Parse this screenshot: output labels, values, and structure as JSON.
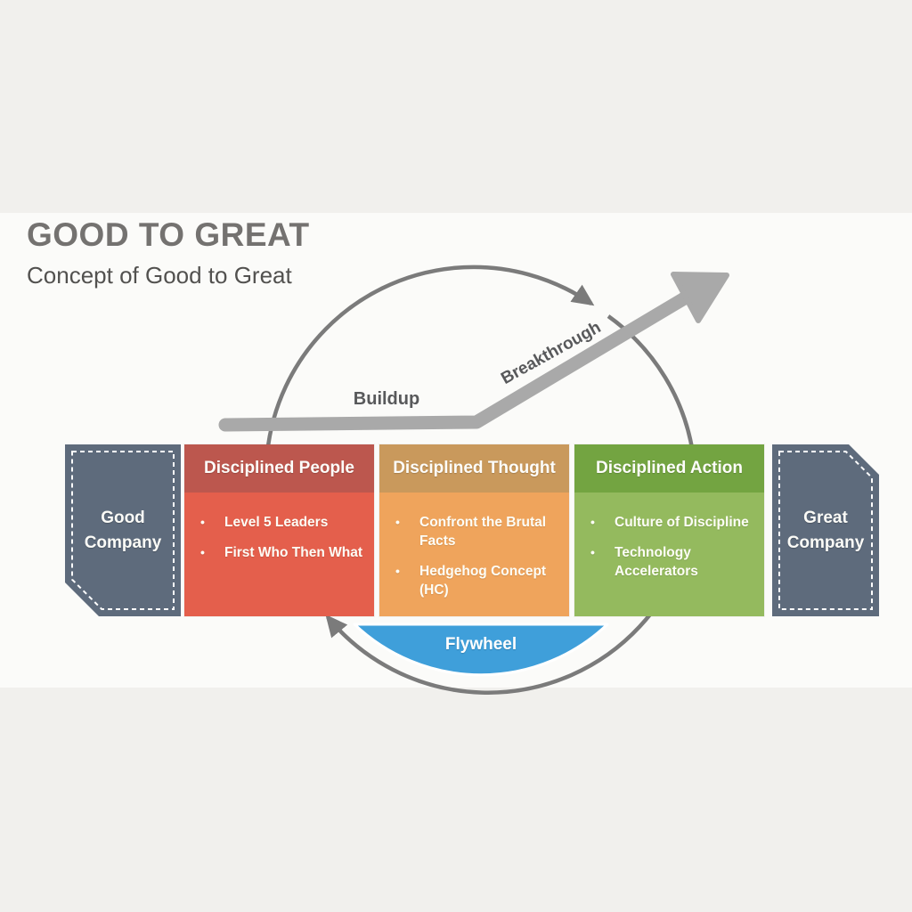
{
  "slide": {
    "title": "GOOD TO GREAT",
    "subtitle": "Concept of Good to Great"
  },
  "diagram": {
    "buildup_label": "Buildup",
    "breakthrough_label": "Breakthrough",
    "flywheel_label": "Flywheel",
    "good_company_label": "Good Company",
    "great_company_label": "Great Company",
    "pillars": [
      {
        "title": "Disciplined People",
        "bullets": [
          "Level 5 Leaders",
          "First Who Then What"
        ]
      },
      {
        "title": "Disciplined Thought",
        "bullets": [
          "Confront the Brutal Facts",
          "Hedgehog Concept (HC)"
        ]
      },
      {
        "title": "Disciplined Action",
        "bullets": [
          "Culture of Discipline",
          "Technology Accelerators"
        ]
      }
    ],
    "colors": {
      "people_header": "#bc574e",
      "people_body": "#e45f4c",
      "thought_header": "#c9995c",
      "thought_body": "#efa45c",
      "action_header": "#73a441",
      "action_body": "#94ba5e",
      "endpoint_gray": "#5e6b7c",
      "flywheel_blue": "#3f9fda",
      "cycle_arc_gray": "#7b7b7b",
      "trend_arrow_gray": "#a9a9a9"
    }
  }
}
